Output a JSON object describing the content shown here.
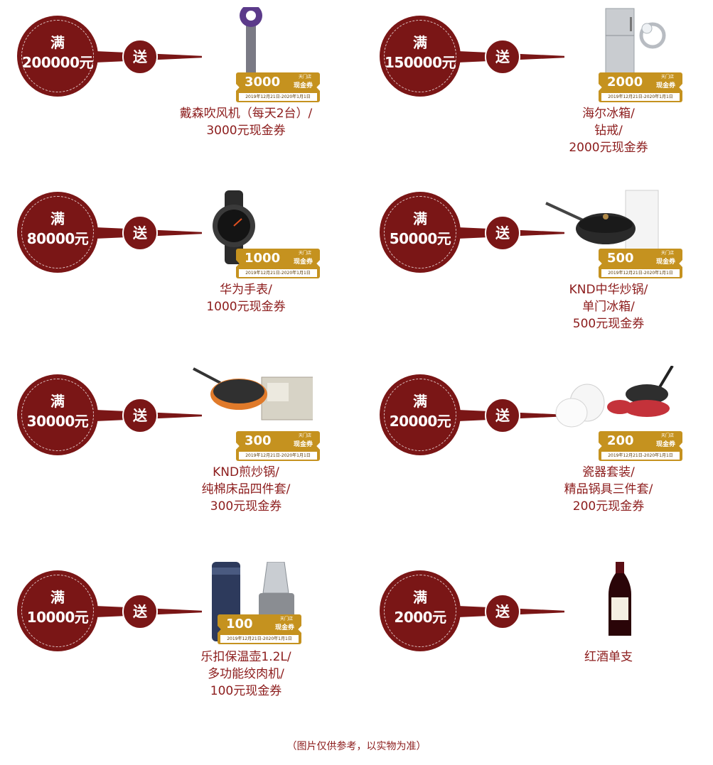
{
  "coupon_word": "现金券",
  "coupon_tag": "天门店",
  "coupon_dates": "2019年12月21日-2020年1月1日",
  "gift_word": "送",
  "tiers": [
    {
      "line1": "满",
      "amount": "200000元",
      "coupon": "3000",
      "product_icon": "hair-dryer-icon",
      "desc": [
        "戴森吹风机（每天2台）/",
        "3000元现金券"
      ]
    },
    {
      "line1": "满",
      "amount": "150000元",
      "coupon": "2000",
      "product_icon": "fridge-ring-icon",
      "desc": [
        "海尔冰箱/",
        "钻戒/",
        "2000元现金券"
      ]
    },
    {
      "line1": "满",
      "amount": "80000元",
      "coupon": "1000",
      "product_icon": "watch-icon",
      "desc": [
        "华为手表/",
        "1000元现金券"
      ]
    },
    {
      "line1": "满",
      "amount": "50000元",
      "coupon": "500",
      "product_icon": "wok-fridge-icon",
      "desc": [
        "KND中华炒锅/",
        "单门冰箱/",
        "500元现金券"
      ]
    },
    {
      "line1": "满",
      "amount": "30000元",
      "coupon": "300",
      "product_icon": "pan-bedding-icon",
      "desc": [
        "KND煎炒锅/",
        "纯棉床品四件套/",
        "300元现金券"
      ]
    },
    {
      "line1": "满",
      "amount": "20000元",
      "coupon": "200",
      "product_icon": "dishes-cookware-icon",
      "desc": [
        "瓷器套装/",
        "精品锅具三件套/",
        "200元现金券"
      ]
    },
    {
      "line1": "满",
      "amount": "10000元",
      "coupon": "100",
      "product_icon": "thermos-grinder-icon",
      "desc": [
        "乐扣保温壶1.2L/",
        "多功能绞肉机/",
        "100元现金券"
      ]
    },
    {
      "line1": "满",
      "amount": "2000元",
      "coupon": "",
      "product_icon": "wine-bottle-icon",
      "desc": [
        "红酒单支"
      ]
    }
  ],
  "footnote": "（图片仅供参考，以实物为准）"
}
